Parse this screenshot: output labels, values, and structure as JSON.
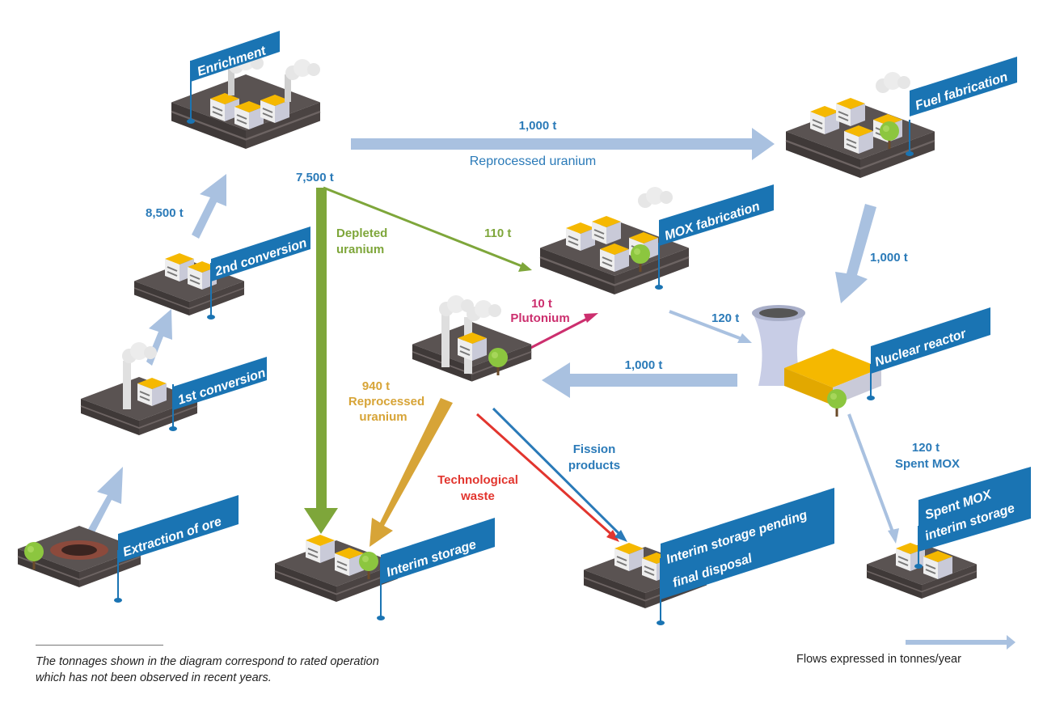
{
  "facilities": {
    "enrichment": "Enrichment",
    "fuel_fabrication": "Fuel fabrication",
    "second_conversion": "2nd conversion",
    "mox_fabrication": "MOX fabrication",
    "nuclear_reactor": "Nuclear reactor",
    "first_conversion": "1st conversion",
    "extraction": "Extraction of ore",
    "interim_storage": "Interim storage",
    "interim_storage_pending_1": "Interim storage pending",
    "interim_storage_pending_2": "final disposal",
    "spent_mox_storage_1": "Spent MOX",
    "spent_mox_storage_2": "interim storage"
  },
  "flows": {
    "enrich_to_fuel_qty": "1,000 t",
    "enrich_to_fuel_label": "Reprocessed uranium",
    "enrichment_out_qty": "7,500 t",
    "conv2_to_enrich_qty": "8,500 t",
    "depleted_1": "Depleted",
    "depleted_2": "uranium",
    "to_mox_qty": "110 t",
    "fuel_to_reactor_qty": "1,000 t",
    "plutonium_qty": "10 t",
    "plutonium_label": "Plutonium",
    "mox_to_reactor_qty": "120 t",
    "reactor_to_reprocessing_qty": "1,000 t",
    "repro_uranium_qty": "940 t",
    "repro_uranium_1": "Reprocessed",
    "repro_uranium_2": "uranium",
    "fission_1": "Fission",
    "fission_2": "products",
    "techwaste_1": "Technological",
    "techwaste_2": "waste",
    "spent_mox_qty": "120 t",
    "spent_mox_label": "Spent MOX"
  },
  "footer": {
    "note_line1": "The tonnages shown in the diagram correspond to rated operation",
    "note_line2": "which has not been observed in recent years.",
    "units": "Flows expressed in tonnes/year"
  },
  "colors": {
    "blue": "#2a7ab8",
    "green": "#7ea63a",
    "gold": "#d7a437",
    "red": "#e2352e",
    "pink": "#cc2f6e",
    "flow_blue": "#a9c1e0"
  }
}
